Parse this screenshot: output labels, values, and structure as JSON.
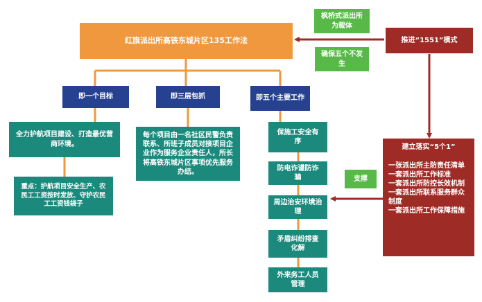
{
  "title_box": "红旗派出所高铁东城片区135工作法",
  "carrier": "枫桥式派出所为载体",
  "goal": "确保五个不发生",
  "promote": "推进“1551”模式",
  "branches": {
    "one_goal": "即一个目标",
    "three_guarantee": "即三层包抓",
    "five_tasks": "即五个主要工作"
  },
  "goal_detail": "全力护航项目建设、打造最优营商环境。",
  "goal_focus": "重点：护航项目安全生产、农民工工资按时发放、守护农民工工资钱袋子",
  "three_detail": "每个项目由一名社区民警负责联系、所班子成员对接项目企业作为服务企业责任人，所长将高铁东城片区事项优先服务办结。",
  "tasks": [
    "保施工安全有序",
    "防电诈谨防诈骗",
    "周边治安环境治理",
    "矛盾纠纷排查化解",
    "外来务工人员管理"
  ],
  "support": "支撑",
  "five_one": {
    "title": "建立落实“5个1”",
    "items": [
      "一张派出所主防责任清单",
      "一套派出所工作标准",
      "一套派出所防控长效机制",
      "一套派出所联系服务群众制度",
      "一套派出所工作保障措施"
    ]
  },
  "colors": {
    "orange": "#f0983d",
    "blue": "#26418f",
    "teal": "#1b8a7d",
    "green": "#58b948",
    "red": "#9e2b25",
    "connector": "#f0983d"
  }
}
